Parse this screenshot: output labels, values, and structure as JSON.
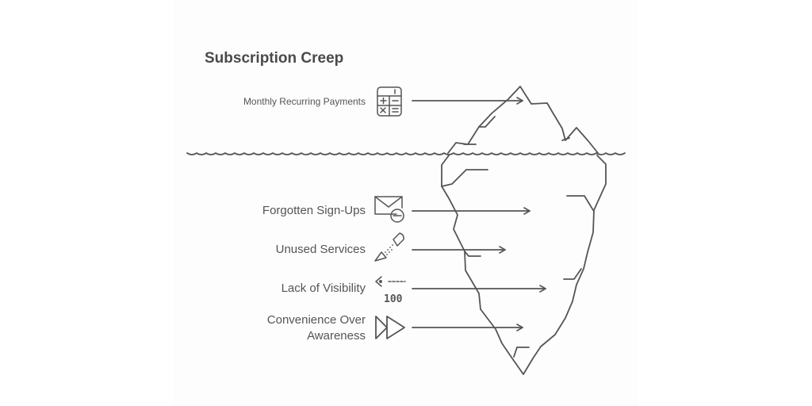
{
  "title": "Subscription Creep",
  "items": [
    {
      "label": "Monthly Recurring Payments",
      "icon": "calculator-icon"
    },
    {
      "label": "Forgotten Sign-Ups",
      "icon": "mail-minus-icon"
    },
    {
      "label": "Unused Services",
      "icon": "spray-bottle-icon"
    },
    {
      "label": "Lack of Visibility",
      "icon": "visibility-meter-icon",
      "icon_text": "100"
    },
    {
      "label_lines": [
        "Convenience Over",
        "Awareness"
      ],
      "icon": "fast-forward-icon"
    }
  ],
  "colors": {
    "stroke": "#555555",
    "text": "#555555",
    "title": "#4a4a4a"
  }
}
